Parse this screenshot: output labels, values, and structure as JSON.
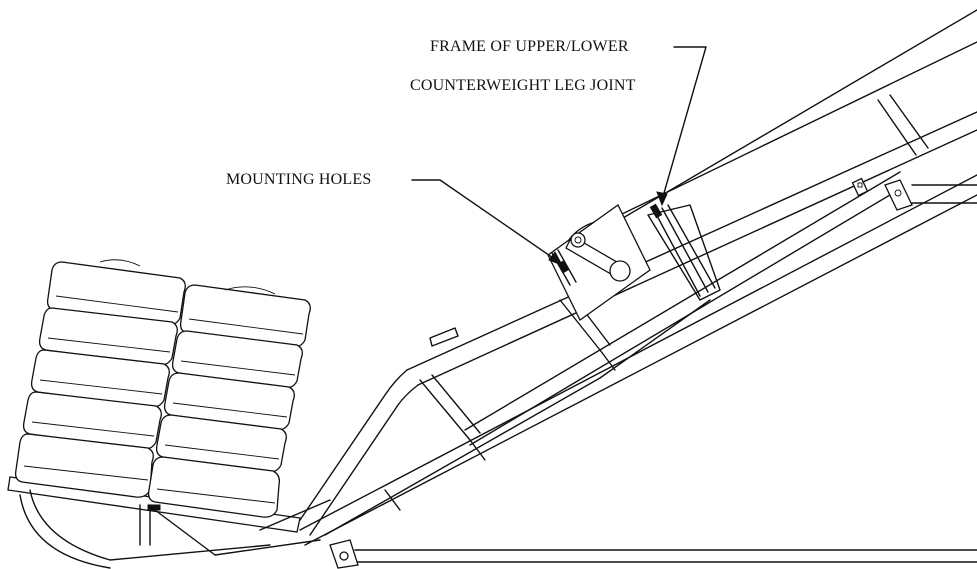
{
  "labels": {
    "frame_line1": "FRAME OF UPPER/LOWER",
    "frame_line2": "COUNTERWEIGHT LEG JOINT",
    "mounting_holes": "MOUNTING HOLES"
  },
  "colors": {
    "line": "#111111",
    "background": "#ffffff"
  }
}
